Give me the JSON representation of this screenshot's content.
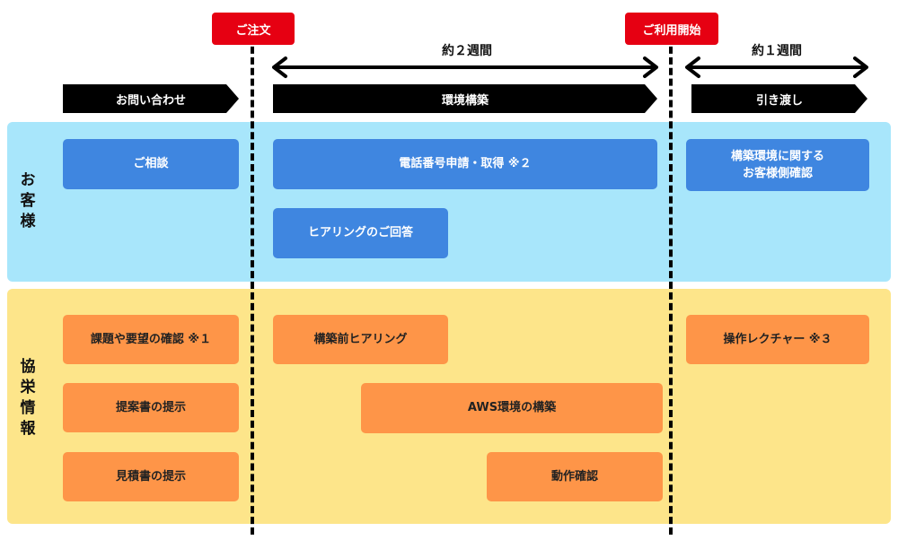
{
  "milestones": {
    "order": "ご注文",
    "start_use": "ご利用開始"
  },
  "durations": {
    "build": "約２週間",
    "handover": "約１週間"
  },
  "phases": {
    "inquiry": "お問い合わせ",
    "build": "環境構築",
    "handover": "引き渡し"
  },
  "lanes": {
    "customer": "お客様",
    "partner": "協栄情報"
  },
  "customer_tasks": {
    "consult": "ご相談",
    "phone": "電話番号申請・取得 ※２",
    "confirm": "構築環境に関する\nお客様側確認",
    "hearing_answer": "ヒアリングのご回答"
  },
  "partner_tasks": {
    "requirements": "課題や要望の確認 ※１",
    "proposal": "提案書の提示",
    "estimate": "見積書の提示",
    "pre_hearing": "構築前ヒアリング",
    "aws_build": "AWS環境の構築",
    "test": "動作確認",
    "lecture": "操作レクチャー ※３"
  },
  "colors": {
    "customer_lane": "#a8e6fb",
    "partner_lane": "#fde58a",
    "customer_box": "#3f86e0",
    "partner_box": "#fe9548",
    "milestone": "#e60012"
  }
}
